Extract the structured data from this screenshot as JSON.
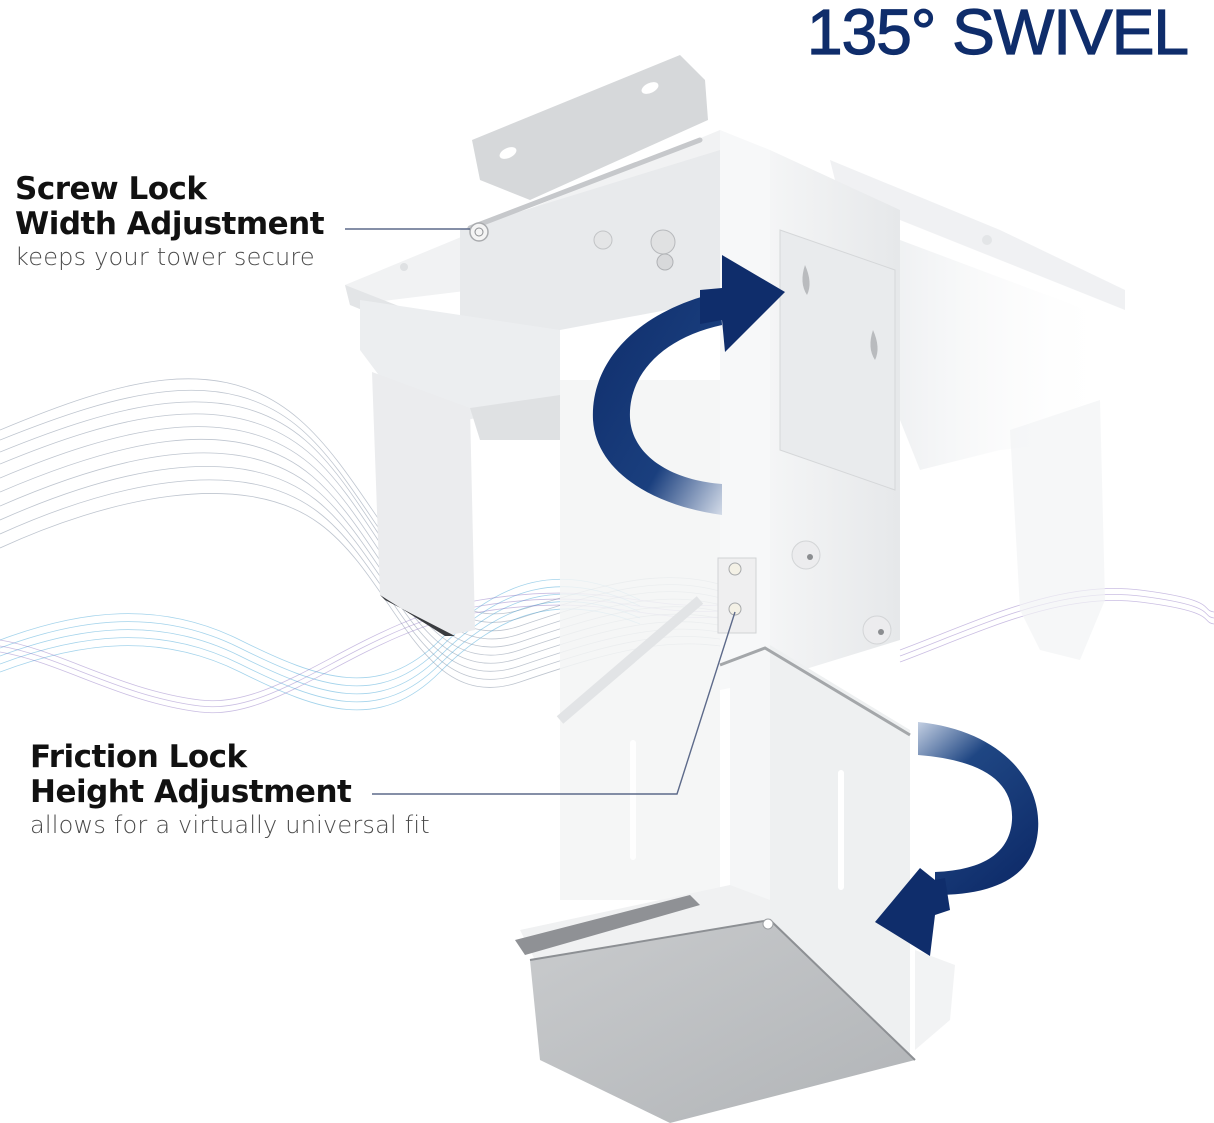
{
  "headline": {
    "text": "135° SWIVEL",
    "color": "#0f2d6b"
  },
  "callouts": [
    {
      "title_line1": "Screw Lock",
      "title_line2": "Width Adjustment",
      "subtitle": "keeps your tower secure"
    },
    {
      "title_line1": "Friction Lock",
      "title_line2": "Height Adjustment",
      "subtitle": "allows for a virtually universal fit"
    }
  ],
  "colors": {
    "accent_navy": "#0f2d6b",
    "arrow_fade": "#c6d1e2",
    "leader_line": "#5d6a8a",
    "metal_light": "#f2f3f4",
    "metal_mid": "#e2e4e6",
    "metal_shadow": "#bfc2c5",
    "wave_blue": "#4aa8d8",
    "wave_purple": "#8a6fc0",
    "wave_gray": "#8a96a8"
  }
}
